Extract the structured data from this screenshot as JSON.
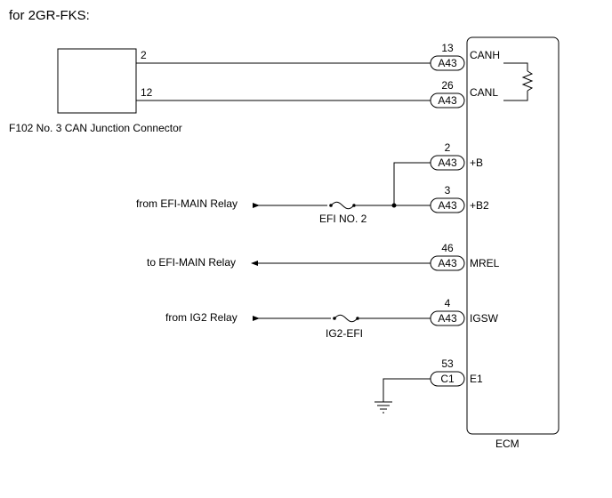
{
  "title": "for 2GR-FKS:",
  "junction": {
    "label": "F102 No. 3 CAN Junction Connector",
    "pin_top": "2",
    "pin_bottom": "12"
  },
  "ecm": {
    "label": "ECM"
  },
  "terminals": [
    {
      "pin": "13",
      "connector": "A43",
      "name": "CANH"
    },
    {
      "pin": "26",
      "connector": "A43",
      "name": "CANL"
    },
    {
      "pin": "2",
      "connector": "A43",
      "name": "+B"
    },
    {
      "pin": "3",
      "connector": "A43",
      "name": "+B2"
    },
    {
      "pin": "46",
      "connector": "A43",
      "name": "MREL"
    },
    {
      "pin": "4",
      "connector": "A43",
      "name": "IGSW"
    },
    {
      "pin": "53",
      "connector": "C1",
      "name": "E1"
    }
  ],
  "external": {
    "efi_main_from": "from EFI-MAIN Relay",
    "efi_main_to": "to EFI-MAIN Relay",
    "ig2_from": "from IG2 Relay"
  },
  "fuses": {
    "efi_no2": "EFI NO. 2",
    "ig2_efi": "IG2-EFI"
  }
}
